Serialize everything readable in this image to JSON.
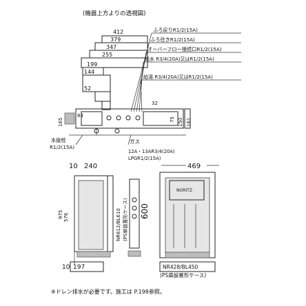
{
  "top": {
    "heading": "(機器上方よりの透視図)",
    "dims": [
      "412",
      "379",
      "347",
      "255",
      "199",
      "144",
      "52"
    ],
    "dim_small_left": "83",
    "dim_small_mid": "32",
    "dims_right": [
      "75",
      "150",
      "161"
    ],
    "dim_height": "165",
    "callouts": [
      "ふろ戻りR1/2(15A)",
      "ふろ往きR1/2(15A)",
      "オーバーフロー接続口R1/2(15A)",
      "給水 R3/4(20A)又はR1/2(15A)",
      "給湯 R3/4(20A)又はR1/2(15A)"
    ],
    "drain_label": "水抜栓",
    "drain_size": "R1/2(15A)",
    "gas_label": "ガス",
    "gas_spec1": "12A・13AR3/4(20A)",
    "gas_spec2": "LPGR1/2(15A)"
  },
  "bottom": {
    "dim_10_top": "10",
    "dim_240": "240",
    "dim_469": "469",
    "dim_576": "576",
    "dim_975": "975",
    "dim_600": "600",
    "dim_10_bottom": "10",
    "dim_197": "197",
    "left_vertical_label": "NR612/BL610",
    "left_vertical_note": "(PS扉設置形ケース)",
    "right_label1": "NR428/BL450",
    "right_label2": "(PS扉設置形ケース)",
    "brand": "NORITZ",
    "footer_note": "※ドレン排水が必要です。施工は P.198参照。"
  },
  "colors": {
    "line": "#222222",
    "fill_grey": "#bdbdbd"
  }
}
